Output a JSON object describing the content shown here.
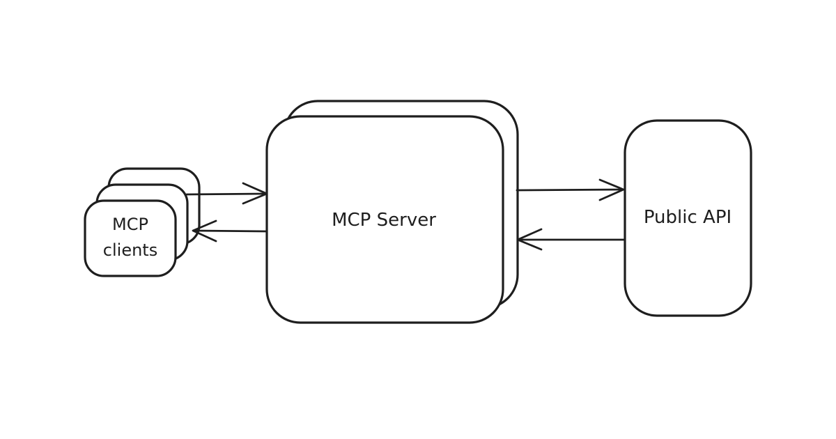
{
  "diagram": {
    "background": "#ffffff",
    "stroke_color": "#1e1e1e",
    "nodes": {
      "clients": {
        "label_line1": "MCP",
        "label_line2": "clients"
      },
      "server": {
        "label": "MCP Server"
      },
      "api": {
        "label": "Public API"
      }
    },
    "edges": [
      {
        "name": "clients-to-server",
        "direction": "right"
      },
      {
        "name": "server-to-clients",
        "direction": "left"
      },
      {
        "name": "server-to-api",
        "direction": "right"
      },
      {
        "name": "api-to-server",
        "direction": "left"
      }
    ]
  }
}
